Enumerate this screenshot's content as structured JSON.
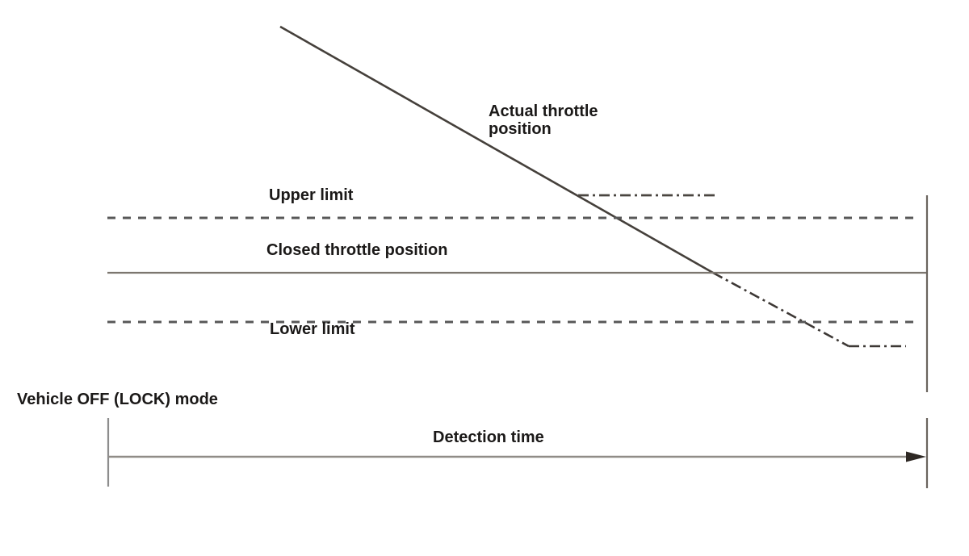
{
  "diagram": {
    "title_context": "Throttle position fault detection diagram",
    "labels": {
      "actual_throttle": "Actual throttle\nposition",
      "upper_limit": "Upper limit",
      "closed_throttle": "Closed throttle position",
      "lower_limit": "Lower limit",
      "vehicle_mode": "Vehicle OFF (LOCK) mode",
      "detection_time": "Detection time"
    },
    "lines": {
      "actual_throttle_trace": "solid diagonal falling from upper left, becomes dash-dot below closed throttle position, levels off below lower limit",
      "upper_branch": "horizontal dash-dot segment at upper limit crossing",
      "upper_limit_style": "dashed horizontal",
      "closed_throttle_style": "solid horizontal",
      "lower_limit_style": "dashed horizontal",
      "time_axis": "horizontal arrow pointing right between start tick and end boundary"
    },
    "colors": {
      "background": "#ffffff",
      "text": "#1b1918",
      "dark_line": "#45403b",
      "dashed_line": "#585858",
      "gray_line": "#7c766f",
      "axis_gray": "#908c87",
      "arrowhead": "#2e2824"
    }
  }
}
